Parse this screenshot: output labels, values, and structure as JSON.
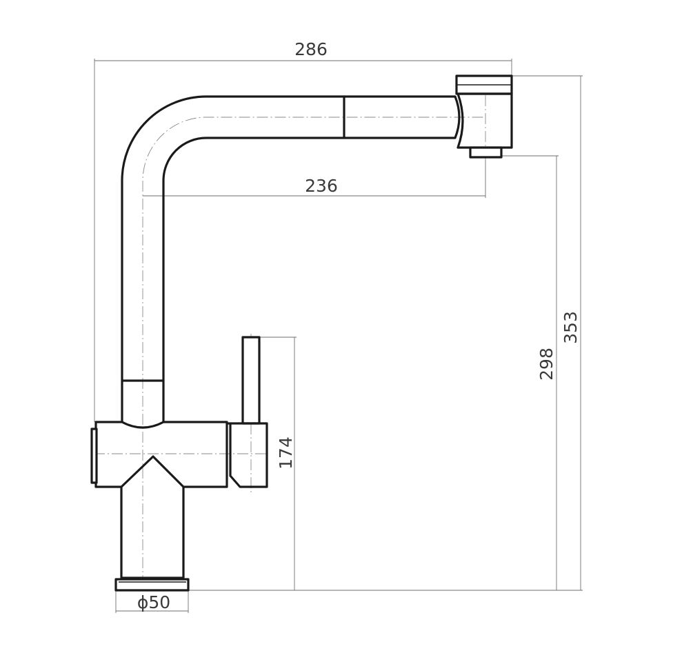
{
  "drawing": {
    "subject": "pull-out kitchen faucet technical drawing",
    "line_color": "#1a1a1a",
    "dimension_color": "#6e6e6e",
    "dimensions": {
      "total_reach": "286",
      "spout_reach": "236",
      "total_height": "353",
      "outlet_height": "298",
      "handle_height": "174",
      "base_diameter": "ϕ50"
    }
  }
}
